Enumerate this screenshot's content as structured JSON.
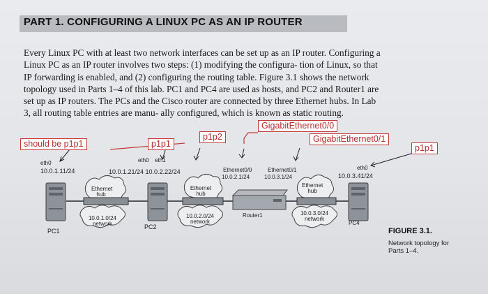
{
  "section_title": "PART 1. CONFIGURING A LINUX PC AS AN IP ROUTER",
  "paragraph": "Every Linux PC with at least two network interfaces can be set up as an IP router. Configuring a Linux PC as an IP router involves two steps: (1) modifying the configura- tion of Linux, so that IP forwarding is enabled, and (2) configuring the routing table. Figure 3.1 shows the network topology used in Parts 1–4 of this lab. PC1 and PC4 are used as hosts, and PC2 and Router1 are set up as IP routers. The PCs and the Cisco router are connected by three Ethernet hubs. In Lab 3, all routing table entries are manu- ally configured, which is known as static routing.",
  "annotations": {
    "should_be": "should be p1p1",
    "p1p1_a": "p1p1",
    "p1p2": "p1p2",
    "gig00": "GigabitEthernet0/0",
    "gig01": "GigabitEthernet0/1",
    "p1p1_b": "p1p1"
  },
  "diagram": {
    "pc1": {
      "name": "PC1",
      "iface": "eth0",
      "ip": "10.0.1.11/24"
    },
    "hub1": {
      "label": "Ethernet hub"
    },
    "net1": {
      "label": "10.0.1.0/24 network"
    },
    "pc2": {
      "name": "PC2",
      "iface0": "eth0",
      "iface1": "eth1",
      "ips": "10.0.1.21/24  10.0.2.22/24"
    },
    "hub2": {
      "label": "Ethernet hub"
    },
    "net2": {
      "label": "10.0.2.0/24 network"
    },
    "router1": {
      "name": "Router1",
      "if0": "Ethernet0/0",
      "if0_ip": "10.0.2.1/24",
      "if1": "Ethernet0/1",
      "if1_ip": "10.0.3.1/24"
    },
    "hub3": {
      "label": "Ethernet hub"
    },
    "net3": {
      "label": "10.0.3.0/24 network"
    },
    "pc4": {
      "name": "PC4",
      "iface": "eth0",
      "ip": "10.0.3.41/24"
    }
  },
  "figure": {
    "title": "FIGURE 3.1.",
    "caption": "Network topology for Parts 1–4."
  },
  "colors": {
    "annotation_red": "#c43a3a",
    "page": "#e6e8eb",
    "title_bar": "#b8bbc0"
  }
}
